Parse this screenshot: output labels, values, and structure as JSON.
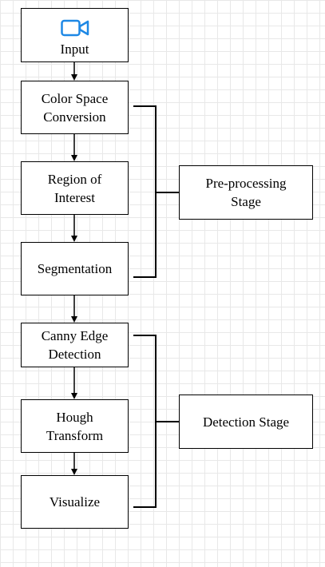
{
  "colors": {
    "camera_icon": "#1e88e5",
    "line": "#000000",
    "grid": "#e8e8e8"
  },
  "diagram": {
    "input": {
      "label": "Input",
      "icon": "video-camera-icon"
    },
    "color_space": {
      "label": "Color Space\nConversion"
    },
    "roi": {
      "label": "Region of\nInterest"
    },
    "segmentation": {
      "label": "Segmentation"
    },
    "canny": {
      "label": "Canny Edge\nDetection"
    },
    "hough": {
      "label": "Hough\nTransform"
    },
    "visualize": {
      "label": "Visualize"
    },
    "preprocessing": {
      "label": "Pre-processing\nStage"
    },
    "detection": {
      "label": "Detection Stage"
    }
  }
}
